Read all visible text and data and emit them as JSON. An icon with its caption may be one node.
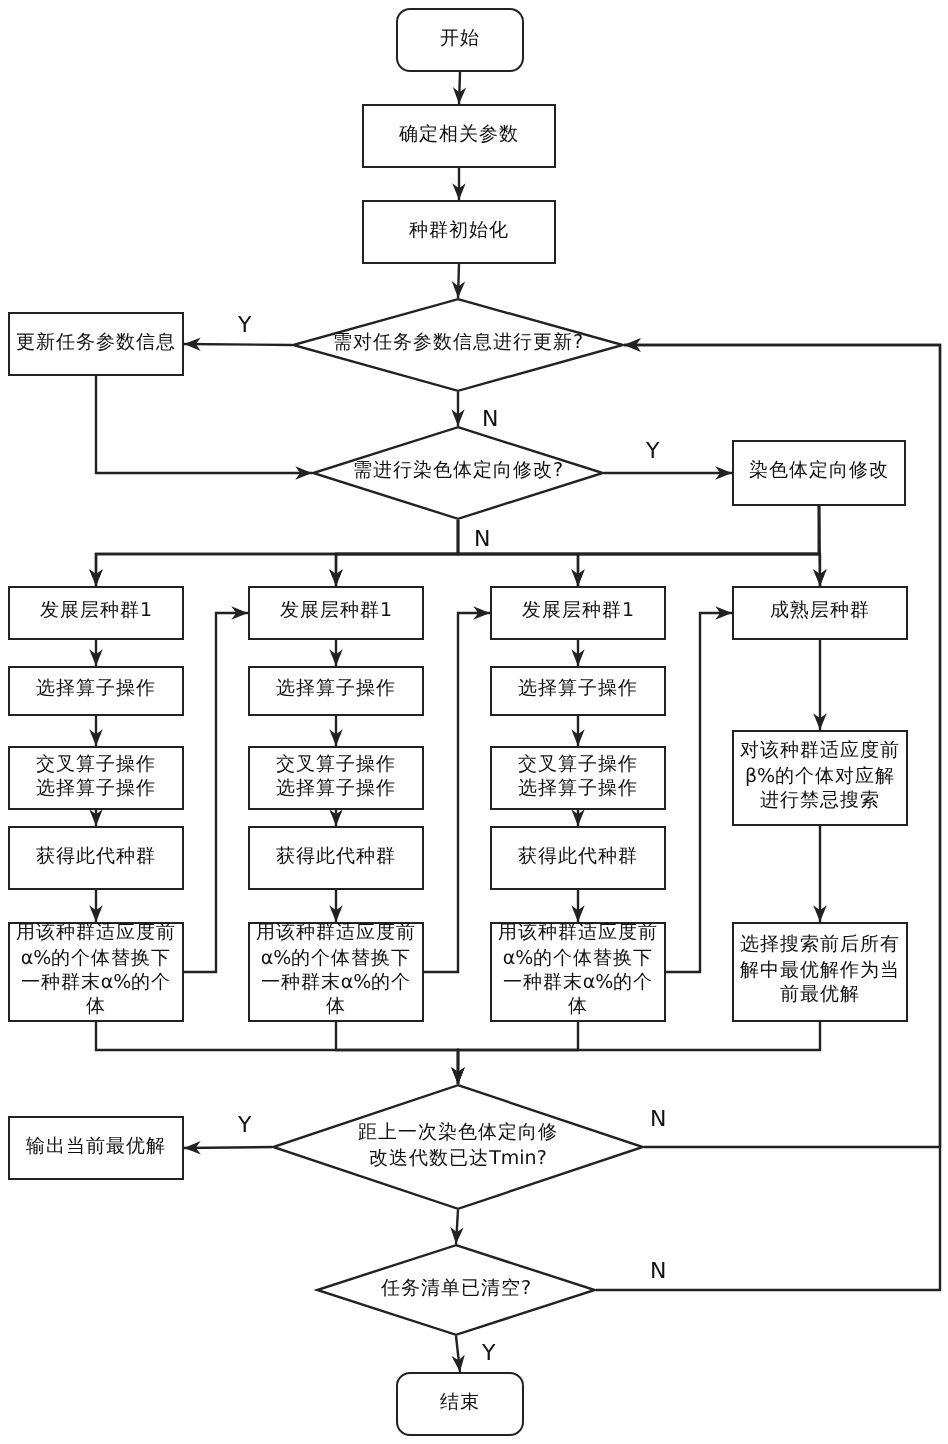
{
  "diagram": {
    "nodes": [
      {
        "text": [
          "开始"
        ]
      },
      {
        "text": [
          "确定相关参数"
        ]
      },
      {
        "text": [
          "种群初始化"
        ]
      },
      {
        "text": [
          "需对任务参数信息进行更新?"
        ]
      },
      {
        "text": [
          "更新任务参数信息"
        ]
      },
      {
        "text": [
          "需进行染色体定向修改?"
        ]
      },
      {
        "text": [
          "染色体定向修改"
        ]
      },
      {
        "text": [
          "发展层种群1"
        ]
      },
      {
        "text": [
          "选择算子操作"
        ]
      },
      {
        "text": [
          "交叉算子操作选择算子操作"
        ]
      },
      {
        "text": [
          "获得此代种群"
        ]
      },
      {
        "text": [
          "用该种群适应度前α%的个体替换下一种群末α%的个体"
        ]
      },
      {
        "text": [
          "发展层种群1"
        ]
      },
      {
        "text": [
          "选择算子操作"
        ]
      },
      {
        "text": [
          "交叉算子操作选择算子操作"
        ]
      },
      {
        "text": [
          "获得此代种群"
        ]
      },
      {
        "text": [
          "用该种群适应度前α%的个体替换下一种群末α%的个体"
        ]
      },
      {
        "text": [
          "发展层种群1"
        ]
      },
      {
        "text": [
          "选择算子操作"
        ]
      },
      {
        "text": [
          "交叉算子操作选择算子操作"
        ]
      },
      {
        "text": [
          "获得此代种群"
        ]
      },
      {
        "text": [
          "用该种群适应度前α%的个体替换下一种群末α%的个体"
        ]
      },
      {
        "text": [
          "成熟层种群"
        ]
      },
      {
        "text": [
          "对该种群适应度前β%的个体对应解进行禁忌搜索"
        ]
      },
      {
        "text": [
          "选择搜索前后所有解中最优解作为当前最优解"
        ]
      },
      {
        "text": [
          "距上一次染色体定向修改迭代数已达Tmin?"
        ]
      },
      {
        "text": [
          "输出当前最优解"
        ]
      },
      {
        "text": [
          "任务清单已清空?"
        ]
      },
      {
        "text": [
          "结束"
        ]
      }
    ],
    "edges": [
      {
        "from": 0,
        "to": 1,
        "arrow": "to"
      },
      {
        "from": 1,
        "to": 2,
        "arrow": "to"
      },
      {
        "from": 2,
        "to": 3,
        "arrow": "to"
      },
      {
        "from": 3,
        "to": 4,
        "arrow": "to",
        "label": "Y"
      },
      {
        "from": 3,
        "to": 5,
        "arrow": "to",
        "label": "N"
      },
      {
        "from": 4,
        "to": 5,
        "arrow": "to"
      },
      {
        "from": 5,
        "to": 6,
        "arrow": "to",
        "label": "Y"
      },
      {
        "from": 5,
        "to": 7,
        "arrow": "to",
        "label": "N"
      },
      {
        "from": 5,
        "to": 12,
        "arrow": "to"
      },
      {
        "from": 5,
        "to": 17,
        "arrow": "to"
      },
      {
        "from": 5,
        "to": 22,
        "arrow": "to"
      },
      {
        "from": 6,
        "to": 7,
        "arrow": "to"
      },
      {
        "from": 6,
        "to": 12,
        "arrow": "to"
      },
      {
        "from": 6,
        "to": 17,
        "arrow": "to"
      },
      {
        "from": 6,
        "to": 22,
        "arrow": "to"
      },
      {
        "from": 7,
        "to": 8,
        "arrow": "to"
      },
      {
        "from": 8,
        "to": 9,
        "arrow": "to"
      },
      {
        "from": 9,
        "to": 10,
        "arrow": "to"
      },
      {
        "from": 10,
        "to": 11,
        "arrow": "to"
      },
      {
        "from": 11,
        "to": 12,
        "arrow": "to"
      },
      {
        "from": 12,
        "to": 13,
        "arrow": "to"
      },
      {
        "from": 13,
        "to": 14,
        "arrow": "to"
      },
      {
        "from": 14,
        "to": 15,
        "arrow": "to"
      },
      {
        "from": 15,
        "to": 16,
        "arrow": "to"
      },
      {
        "from": 16,
        "to": 17,
        "arrow": "to"
      },
      {
        "from": 17,
        "to": 18,
        "arrow": "to"
      },
      {
        "from": 18,
        "to": 19,
        "arrow": "to"
      },
      {
        "from": 19,
        "to": 20,
        "arrow": "to"
      },
      {
        "from": 20,
        "to": 21,
        "arrow": "to"
      },
      {
        "from": 21,
        "to": 22,
        "arrow": "to"
      },
      {
        "from": 22,
        "to": 23,
        "arrow": "to"
      },
      {
        "from": 23,
        "to": 24,
        "arrow": "to"
      },
      {
        "from": 11,
        "to": 25,
        "arrow": "to"
      },
      {
        "from": 16,
        "to": 25,
        "arrow": "to"
      },
      {
        "from": 21,
        "to": 25,
        "arrow": "to"
      },
      {
        "from": 24,
        "to": 25,
        "arrow": "to"
      },
      {
        "from": 25,
        "to": 26,
        "arrow": "to",
        "label": "Y"
      },
      {
        "from": 25,
        "to": 3,
        "arrow": "to",
        "label": "N"
      },
      {
        "from": 25,
        "to": 27,
        "arrow": "to"
      },
      {
        "from": 27,
        "to": 28,
        "arrow": "to",
        "label": "Y"
      },
      {
        "from": 27,
        "to": 3,
        "arrow": "to",
        "label": "N"
      }
    ]
  }
}
